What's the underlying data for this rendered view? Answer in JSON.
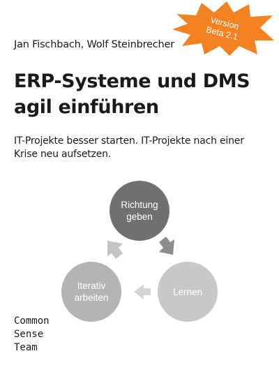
{
  "book": {
    "authors": "Jan Fischbach, Wolf Steinbrecher",
    "title_lines": [
      "ERP-Systeme und DMS",
      "agil einführen"
    ],
    "subtitle_lines": [
      "IT-Projekte besser starten. IT-Projekte nach einer",
      "Krise neu aufsetzen."
    ]
  },
  "badge": {
    "lines": [
      "Version",
      "Beta 2.1"
    ],
    "color": "#f58220"
  },
  "cycle": {
    "top": [
      "Richtung",
      "geben"
    ],
    "right": [
      "Lernen"
    ],
    "left": [
      "Iterativ",
      "arbeiten"
    ],
    "colors": {
      "top": "#707070",
      "right": "#c8c8c8",
      "left": "#b4b4b4",
      "arrow_right": "#8c8c8c",
      "arrow_bottom": "#d4d4d4",
      "arrow_left": "#c4c4c4"
    }
  },
  "publisher": {
    "lines": [
      "Common",
      "Sense",
      "Team"
    ]
  }
}
